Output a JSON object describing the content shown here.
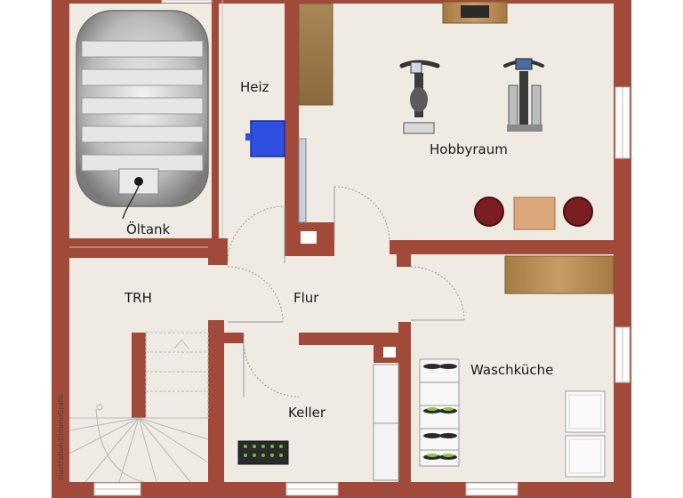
{
  "rooms": {
    "oeltank": "Öltank",
    "heiz": "Heiz",
    "hobbyraum": "Hobbyraum",
    "trh": "TRH",
    "flur": "Flur",
    "keller": "Keller",
    "waschkueche": "Waschküche"
  },
  "credit": "illustration©immoGrafik",
  "colors": {
    "wall": "#a24a39",
    "floor": "#efebe3",
    "window": "#ffffff",
    "door_swing": "#9a9a9a",
    "wood": "#b88a55",
    "boiler": "#2f4fe0",
    "chair": "#7a1e22"
  }
}
